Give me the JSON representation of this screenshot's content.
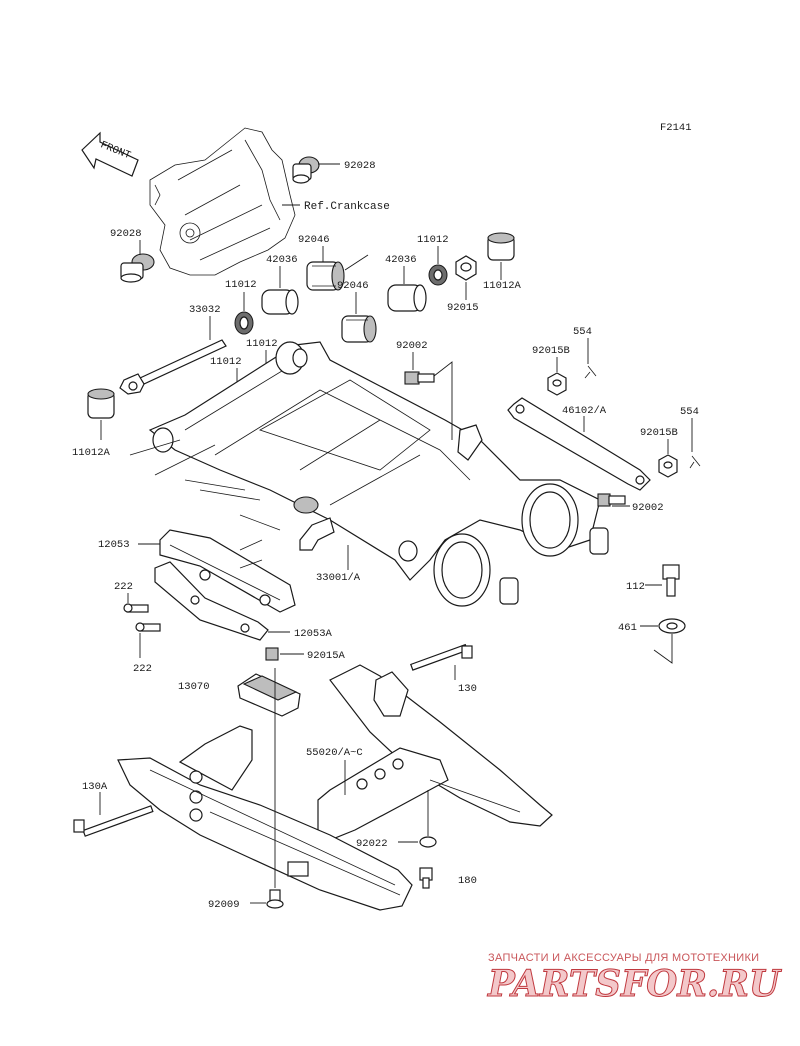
{
  "figure_code": "F2141",
  "front_arrow_label": "FRONT",
  "ref_crankcase": "Ref.Crankcase",
  "part_labels": {
    "p92028_top": "92028",
    "p92028_left": "92028",
    "p92046_a": "92046",
    "p42036_a": "42036",
    "p11012_a": "11012",
    "p42036_b": "42036",
    "p11012_b": "11012",
    "p11012A_top": "11012A",
    "p92015": "92015",
    "p92046_b": "92046",
    "p33032": "33032",
    "p11012_c": "11012",
    "p11012_d": "11012",
    "p11012A_left": "11012A",
    "p92002_a": "92002",
    "p554_a": "554",
    "p92015B_a": "92015B",
    "p46102A": "46102/A",
    "p554_b": "554",
    "p92015B_b": "92015B",
    "p92002_b": "92002",
    "p12053": "12053",
    "p33001A": "33001/A",
    "p222_a": "222",
    "p222_b": "222",
    "p12053A": "12053A",
    "p112": "112",
    "p461": "461",
    "p92015A": "92015A",
    "p13070": "13070",
    "p130": "130",
    "p55020": "55020/A~C",
    "p130A": "130A",
    "p92022": "92022",
    "p180": "180",
    "p92009": "92009"
  },
  "watermark": {
    "tagline": "ЗАПЧАСТИ И АКСЕССУАРЫ ДЛЯ МОТОТЕХНИКИ",
    "logo": "PARTSFOR.RU"
  }
}
